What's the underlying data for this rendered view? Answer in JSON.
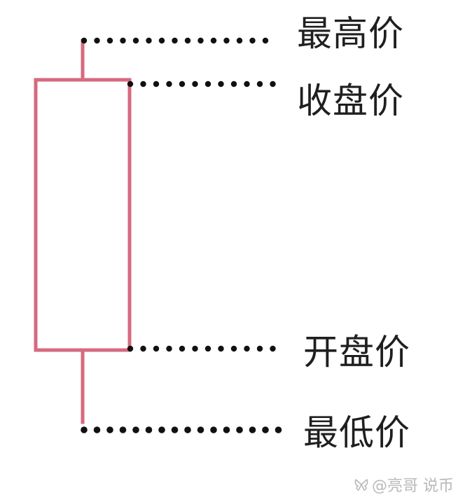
{
  "labels": {
    "high": "最高价",
    "close": "收盘价",
    "open": "开盘价",
    "low": "最低价"
  },
  "watermark": {
    "text": "@亮哥 说币",
    "icon": "butterfly-logo-icon"
  },
  "colors": {
    "candle": "#d66a7e",
    "dots": "#111111",
    "text": "#1f1f1f",
    "watermark": "#b9b9b9"
  }
}
